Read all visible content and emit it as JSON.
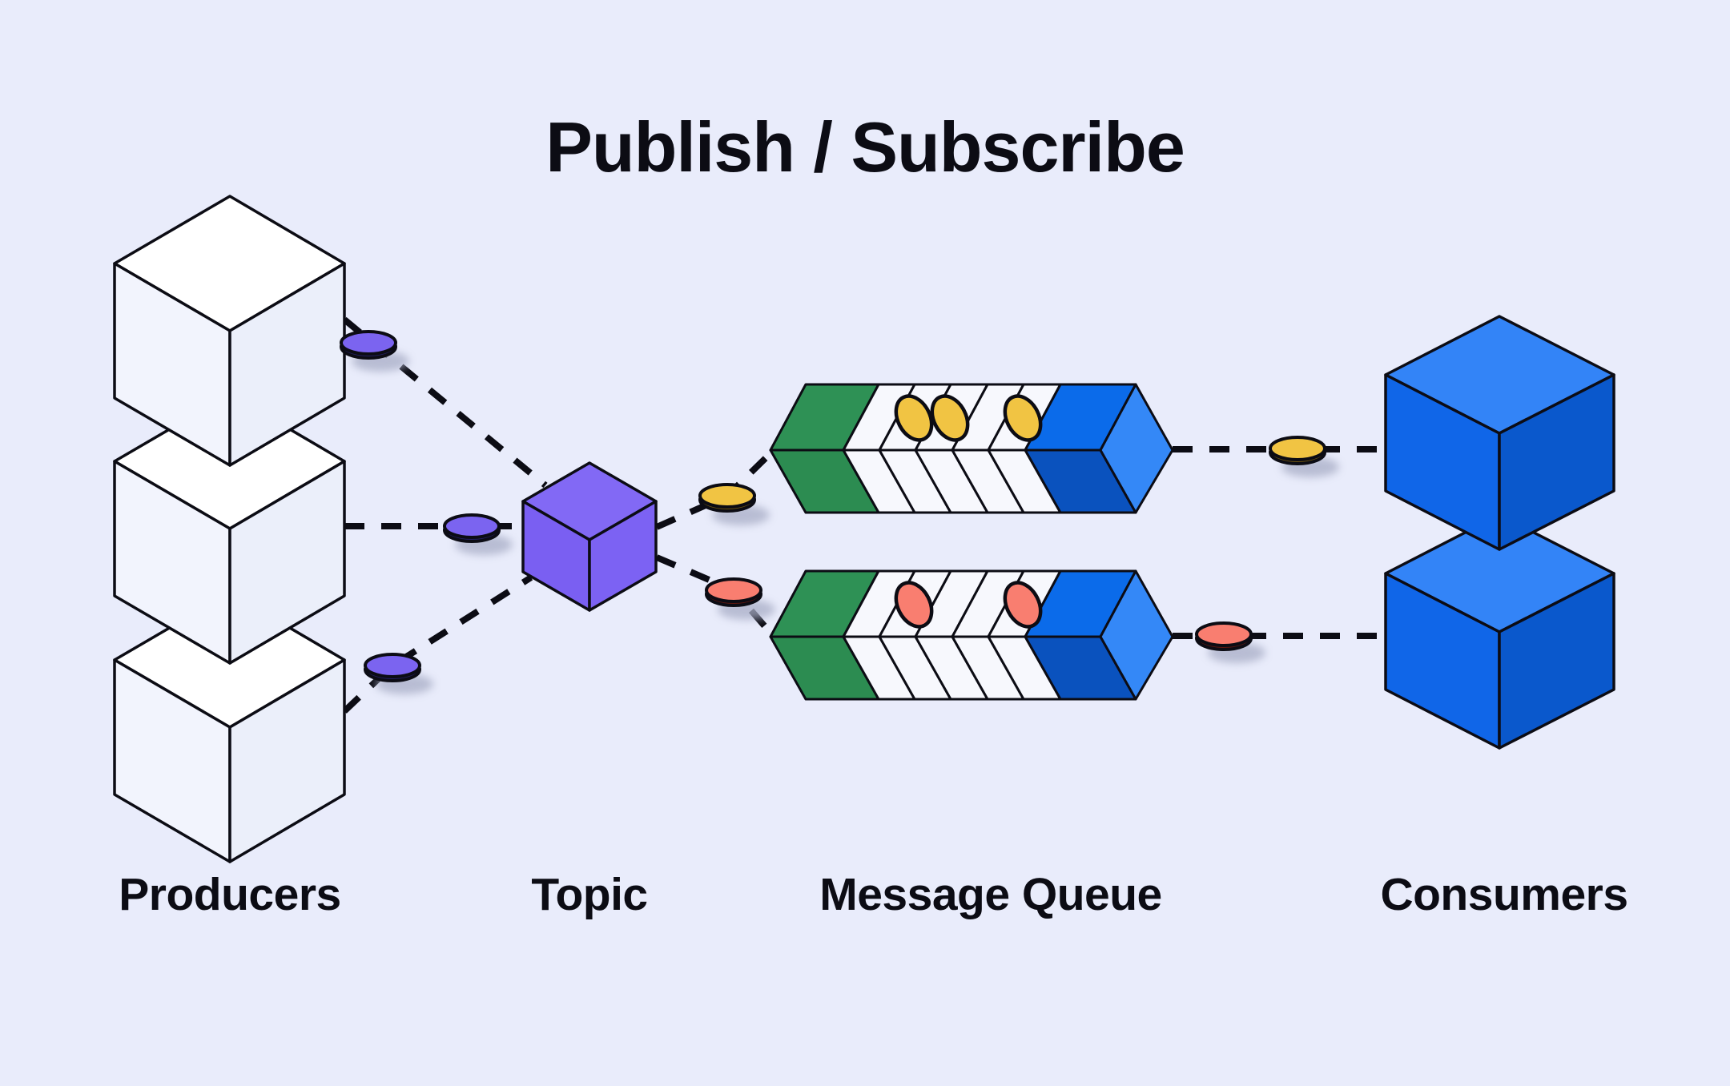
{
  "title": "Publish / Subscribe",
  "labels": {
    "producers": "Producers",
    "topic": "Topic",
    "message_queue": "Message Queue",
    "consumers": "Consumers"
  },
  "counts": {
    "producer_cubes": 3,
    "topic_cubes": 1,
    "consumer_cubes": 2,
    "queues": 2,
    "slots_per_queue": 5
  },
  "queues": [
    {
      "id": "queue-1",
      "slots": 5,
      "occupied": [
        2,
        3,
        5
      ],
      "message_color_name": "yellow"
    },
    {
      "id": "queue-2",
      "slots": 5,
      "occupied": [
        2,
        5
      ],
      "message_color_name": "red"
    }
  ],
  "connector_messages": [
    {
      "from": "producer-1",
      "to": "topic",
      "color_name": "purple"
    },
    {
      "from": "producer-2",
      "to": "topic",
      "color_name": "purple"
    },
    {
      "from": "producer-3",
      "to": "topic",
      "color_name": "purple"
    },
    {
      "from": "topic",
      "to": "queue-1",
      "color_name": "yellow"
    },
    {
      "from": "topic",
      "to": "queue-2",
      "color_name": "red"
    },
    {
      "from": "queue-1",
      "to": "consumer-1",
      "color_name": "yellow"
    },
    {
      "from": "queue-2",
      "to": "consumer-2",
      "color_name": "red"
    }
  ],
  "colors": {
    "bg": "#E9ECFB",
    "ink": "#0C0C14",
    "producer-top": "#FFFFFF",
    "producer-left": "#F2F4FD",
    "producer-right": "#EBEFFA",
    "topic-top": "#8269F5",
    "topic-left": "#7A5FF2",
    "topic-right": "#7C62F3",
    "consumer-top": "#3384F7",
    "consumer-left": "#1066E8",
    "consumer-right": "#0A58CC",
    "queue-green": "#2E9155",
    "queue-green-dark": "#2C8C51",
    "queue-white": "#F7F8FD",
    "queue-blue-top": "#0B6BEA",
    "queue-blue-front": "#0A52BE",
    "queue-blue-end": "#3488F7",
    "msg-purple": "#7B64F0",
    "msg-purple-rim": "#232064",
    "msg-yellow": "#F1C443",
    "msg-yellow-rim": "#6E5410",
    "msg-red": "#F97E70",
    "msg-red-rim": "#5E1710",
    "shadow": "#A8ADC6"
  }
}
